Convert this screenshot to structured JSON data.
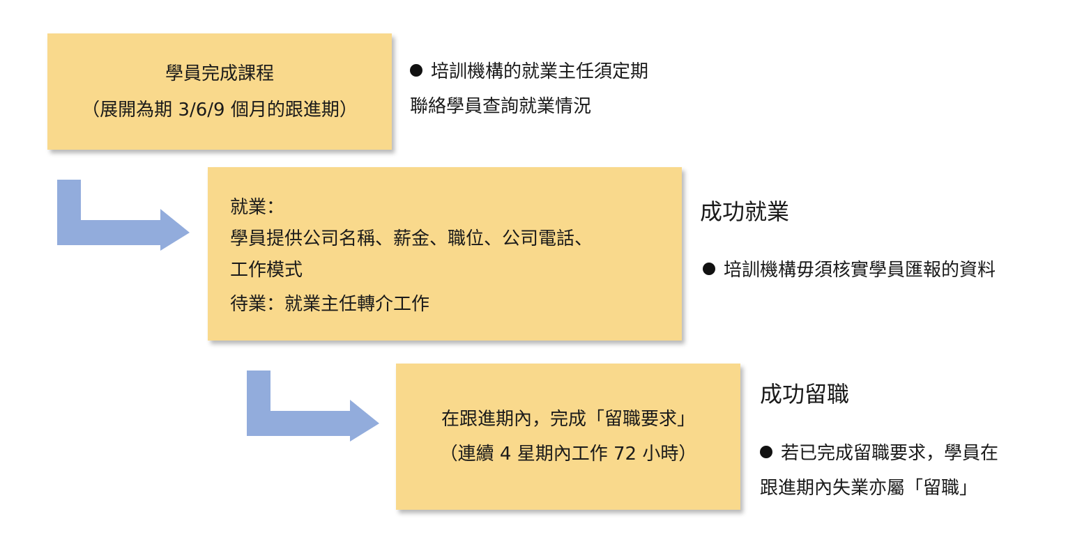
{
  "steps": [
    {
      "lines": [
        "學員完成課程",
        "（展開為期 3/6/9 個月的跟進期）"
      ]
    },
    {
      "lines": [
        "就業：",
        "學員提供公司名稱、薪金、職位、公司電話、",
        "工作模式",
        "待業：就業主任轉介工作"
      ]
    },
    {
      "lines": [
        "在跟進期內，完成「留職要求」",
        "（連續 4 星期內工作 72 小時）"
      ]
    }
  ],
  "notes": {
    "step1": [
      "培訓機構的就業主任須定期",
      "聯絡學員查詢就業情況"
    ],
    "step2_heading": "成功就業",
    "step2": [
      "培訓機構毋須核實學員匯報的資料"
    ],
    "step3_heading": "成功留職",
    "step3": [
      "若已完成留職要求，學員在",
      "跟進期內失業亦屬「留職」"
    ]
  },
  "colors": {
    "box_fill": "#f9d98c",
    "arrow_fill": "#92acdc",
    "bullet": "#111111"
  }
}
